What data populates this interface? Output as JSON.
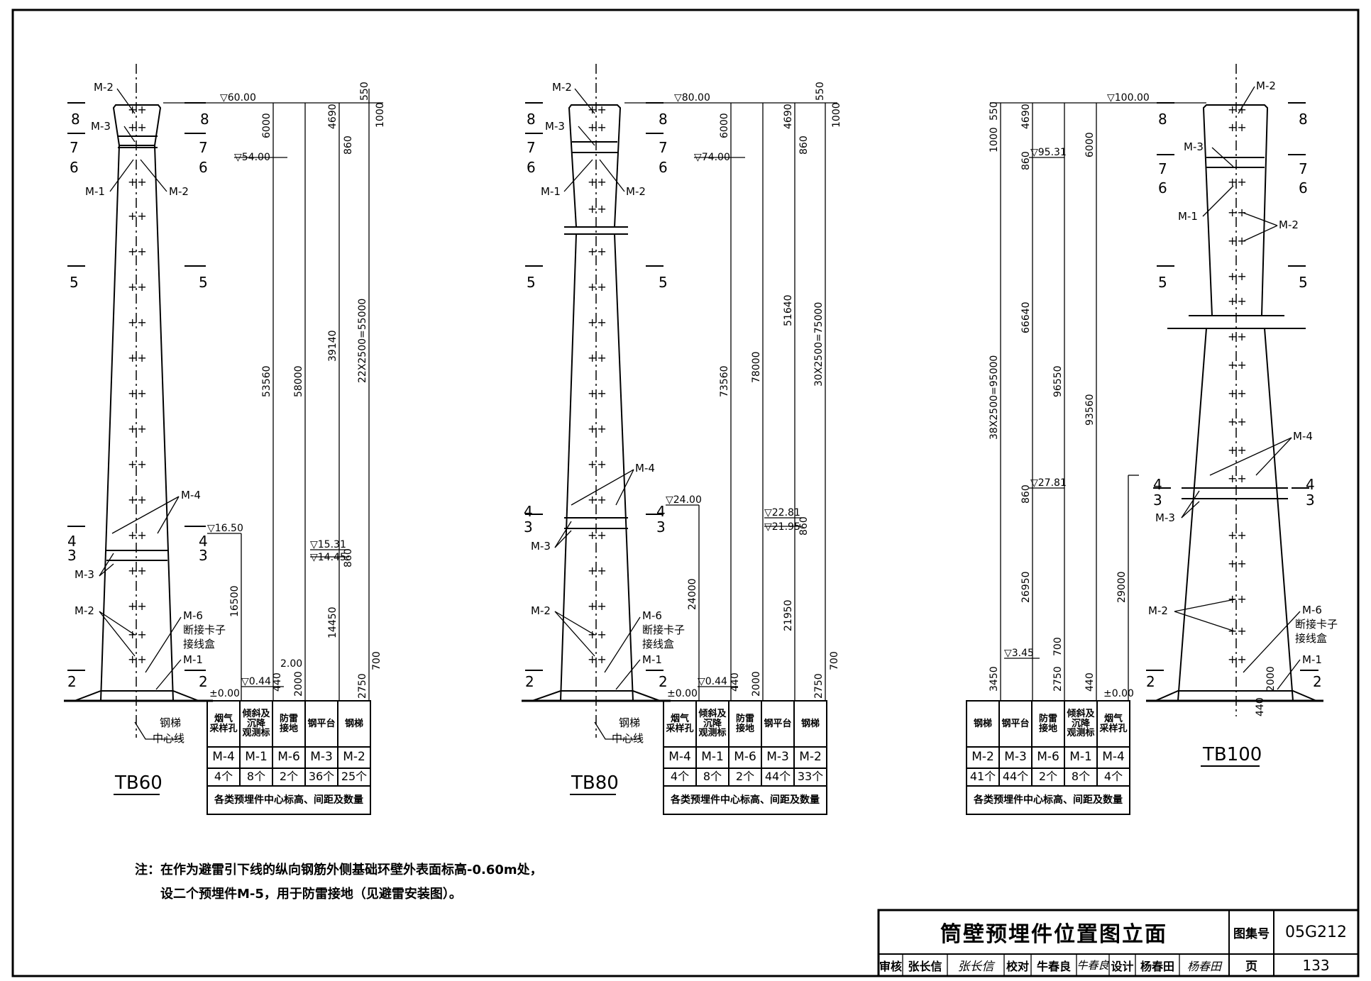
{
  "chimneys": [
    {
      "id": "tb60",
      "name": "TB60",
      "top_elev": "▽60.00",
      "elev_54": "▽54.00",
      "elev_low": "▽16.50",
      "elev_1531": "▽15.31",
      "elev_1445": "▽14.45",
      "elev_044": "▽0.44",
      "elev_200": "2.00",
      "zero": "±0.00",
      "dims": [
        "6000",
        "53560",
        "58000",
        "39140",
        "22X2500=55000",
        "4690",
        "860",
        "550",
        "1000",
        "16500",
        "14450",
        "860",
        "2000",
        "2750",
        "700",
        "440"
      ],
      "sections": [
        "8",
        "8",
        "7",
        "7",
        "6",
        "6",
        "5",
        "5",
        "4",
        "4",
        "3",
        "3",
        "2",
        "2"
      ],
      "labels": [
        "M-2",
        "M-3",
        "M-1",
        "M-2",
        "M-4",
        "M-3",
        "M-2",
        "M-6",
        "断接卡子",
        "接线盒",
        "M-1"
      ],
      "ladder_note": [
        "钢梯",
        "中心线"
      ],
      "table": {
        "headers": [
          "烟气\n采样孔",
          "倾斜及\n沉降\n观测标",
          "防雷\n接地",
          "钢平台",
          "钢梯"
        ],
        "codes": [
          "M-4",
          "M-1",
          "M-6",
          "M-3",
          "M-2"
        ],
        "counts": [
          "4个",
          "8个",
          "2个",
          "36个",
          "25个"
        ],
        "caption": "各类预埋件中心标高、间距及数量"
      }
    },
    {
      "id": "tb80",
      "name": "TB80",
      "top_elev": "▽80.00",
      "elev_54": "▽74.00",
      "elev_low": "▽24.00",
      "elev_1531": "▽22.81",
      "elev_1445": "▽21.95",
      "elev_044": "▽0.44",
      "zero": "±0.00",
      "dims": [
        "6000",
        "73560",
        "78000",
        "51640",
        "30X2500=75000",
        "4690",
        "860",
        "550",
        "1000",
        "24000",
        "21950",
        "860",
        "2000",
        "2750",
        "700",
        "440"
      ],
      "sections": [
        "8",
        "8",
        "7",
        "7",
        "6",
        "6",
        "5",
        "5",
        "4",
        "4",
        "3",
        "3",
        "2",
        "2"
      ],
      "labels": [
        "M-2",
        "M-3",
        "M-1",
        "M-2",
        "M-4",
        "M-3",
        "M-2",
        "M-6",
        "断接卡子",
        "接线盒",
        "M-1"
      ],
      "ladder_note": [
        "钢梯",
        "中心线"
      ],
      "table": {
        "headers": [
          "烟气\n采样孔",
          "倾斜及\n沉降\n观测标",
          "防雷\n接地",
          "钢平台",
          "钢梯"
        ],
        "codes": [
          "M-4",
          "M-1",
          "M-6",
          "M-3",
          "M-2"
        ],
        "counts": [
          "4个",
          "8个",
          "2个",
          "44个",
          "33个"
        ],
        "caption": "各类预埋件中心标高、间距及数量"
      }
    },
    {
      "id": "tb100",
      "name": "TB100",
      "top_elev": "▽100.00",
      "elev_9531": "▽95.31",
      "elev_2781": "▽27.81",
      "elev_345": "▽3.45",
      "zero": "±0.00",
      "dims": [
        "550",
        "1000",
        "4690",
        "860",
        "6000",
        "66640",
        "96550",
        "93560",
        "38X2500=95000",
        "860",
        "26950",
        "29000",
        "3450",
        "2750",
        "700",
        "440",
        "2000",
        "440"
      ],
      "sections": [
        "8",
        "8",
        "7",
        "7",
        "6",
        "6",
        "5",
        "5",
        "4",
        "4",
        "3",
        "3",
        "2",
        "2"
      ],
      "labels": [
        "M-2",
        "M-3",
        "M-1",
        "M-2",
        "M-4",
        "M-3",
        "M-2",
        "M-6",
        "断接卡子",
        "接线盒",
        "M-1"
      ],
      "table": {
        "headers": [
          "钢梯",
          "钢平台",
          "防雷\n接地",
          "倾斜及\n沉降\n观测标",
          "烟气\n采样孔"
        ],
        "codes": [
          "M-2",
          "M-3",
          "M-6",
          "M-1",
          "M-4"
        ],
        "counts": [
          "41个",
          "44个",
          "2个",
          "8个",
          "4个"
        ],
        "caption": "各类预埋件中心标高、间距及数量"
      }
    }
  ],
  "note": {
    "line1": "注：在作为避雷引下线的纵向钢筋外侧基础环壁外表面标高-0.60m处，",
    "line2": "设二个预埋件M-5，用于防雷接地（见避雷安装图）。"
  },
  "title_block": {
    "title": "筒壁预埋件位置图立面",
    "atlas_label": "图集号",
    "atlas_no": "05G212",
    "review_label": "审核",
    "reviewer": "张长信",
    "reviewer_sig": "张长信",
    "check_label": "校对",
    "checker": "牛春良",
    "checker_sig": "牛春良",
    "design_label": "设计",
    "designer": "杨春田",
    "designer_sig": "杨春田",
    "page_label": "页",
    "page_no": "133"
  }
}
